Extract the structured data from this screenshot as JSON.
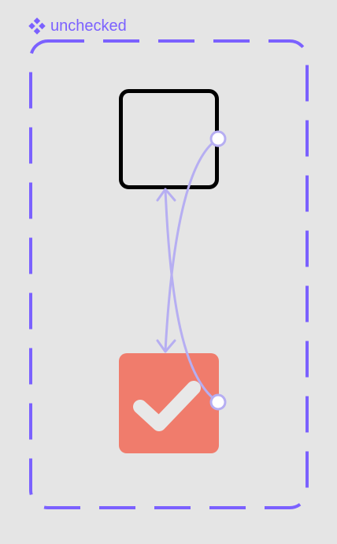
{
  "component": {
    "name": "unchecked",
    "icon": "component-diamond-icon"
  },
  "colors": {
    "accent": "#7b61ff",
    "connector": "#b6aef2",
    "checkbox_border": "#000000",
    "checkbox_checked_fill": "#f07c6c",
    "checkmark": "#e8e8e8",
    "canvas_bg": "#e5e5e5"
  },
  "states": [
    {
      "name": "unchecked",
      "checked": false
    },
    {
      "name": "checked",
      "checked": true
    }
  ]
}
